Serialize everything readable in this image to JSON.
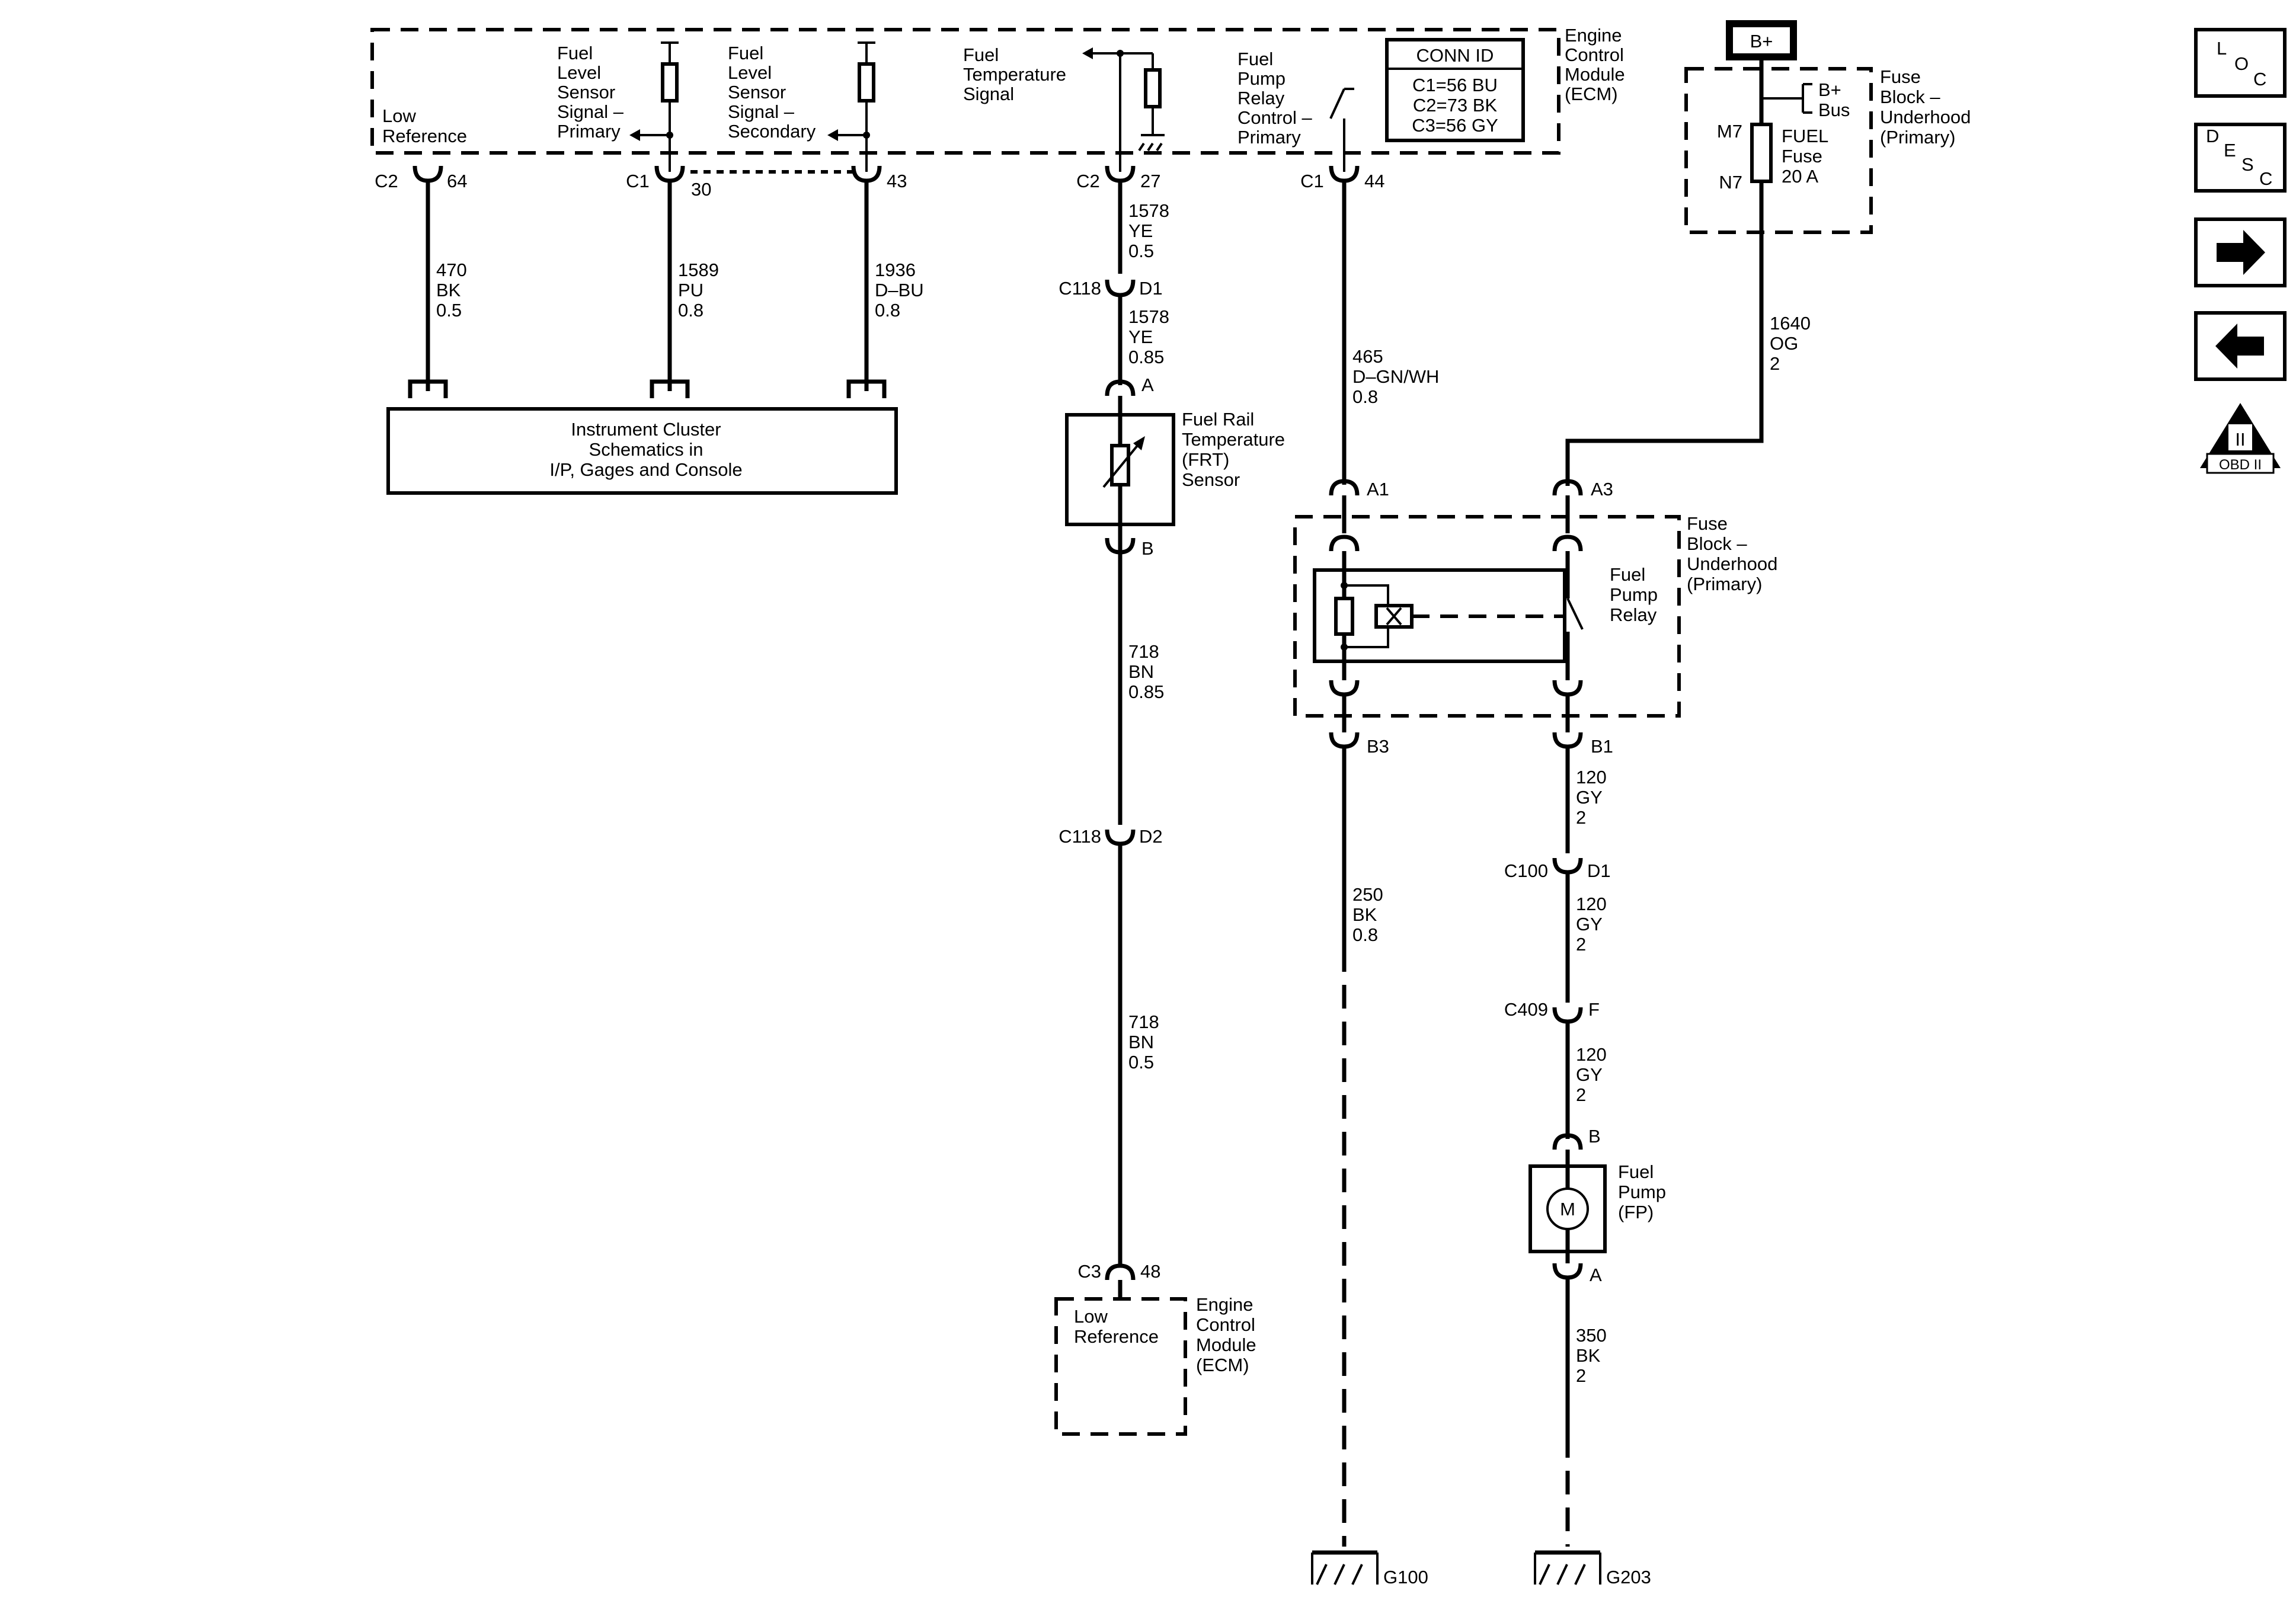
{
  "ecm_module": {
    "name": [
      "Engine",
      "Control",
      "Module",
      "(ECM)"
    ],
    "conn_id": {
      "title": "CONN ID",
      "entries": [
        "C1=56 BU",
        "C2=73 BK",
        "C3=56 GY"
      ]
    },
    "circuits": {
      "low_reference": [
        "Low",
        "Reference"
      ],
      "fls_primary": [
        "Fuel",
        "Level",
        "Sensor",
        "Signal –",
        "Primary"
      ],
      "fls_secondary": [
        "Fuel",
        "Level",
        "Sensor",
        "Signal –",
        "Secondary"
      ],
      "fuel_temp": [
        "Fuel",
        "Temperature",
        "Signal"
      ],
      "relay_control": [
        "Fuel",
        "Pump",
        "Relay",
        "Control –",
        "Primary"
      ]
    }
  },
  "pins": {
    "c2_64": {
      "conn": "C2",
      "pin": "64"
    },
    "c1_30": {
      "conn": "C1",
      "pin": "30"
    },
    "p_43": {
      "pin": "43"
    },
    "c2_27": {
      "conn": "C2",
      "pin": "27"
    },
    "c1_44": {
      "conn": "C1",
      "pin": "44"
    },
    "c118_d1": {
      "conn": "C118",
      "pin": "D1"
    },
    "frt_a": {
      "pin": "A"
    },
    "frt_b": {
      "pin": "B"
    },
    "c118_d2": {
      "conn": "C118",
      "pin": "D2"
    },
    "c3_48": {
      "conn": "C3",
      "pin": "48"
    },
    "a1": {
      "pin": "A1"
    },
    "a3": {
      "pin": "A3"
    },
    "b3": {
      "pin": "B3"
    },
    "b1": {
      "pin": "B1"
    },
    "c100_d1": {
      "conn": "C100",
      "pin": "D1"
    },
    "c409_f": {
      "conn": "C409",
      "pin": "F"
    },
    "fp_b": {
      "pin": "B"
    },
    "fp_a": {
      "pin": "A"
    },
    "m7": {
      "pin": "M7"
    },
    "n7": {
      "pin": "N7"
    }
  },
  "wires": {
    "w470": [
      "470",
      "BK",
      "0.5"
    ],
    "w1589": [
      "1589",
      "PU",
      "0.8"
    ],
    "w1936": [
      "1936",
      "D–BU",
      "0.8"
    ],
    "w1578a": [
      "1578",
      "YE",
      "0.5"
    ],
    "w1578b": [
      "1578",
      "YE",
      "0.85"
    ],
    "w718a": [
      "718",
      "BN",
      "0.85"
    ],
    "w718b": [
      "718",
      "BN",
      "0.5"
    ],
    "w465": [
      "465",
      "D–GN/WH",
      "0.8"
    ],
    "w1640": [
      "1640",
      "OG",
      "2"
    ],
    "w250": [
      "250",
      "BK",
      "0.8"
    ],
    "w120a": [
      "120",
      "GY",
      "2"
    ],
    "w120b": [
      "120",
      "GY",
      "2"
    ],
    "w120c": [
      "120",
      "GY",
      "2"
    ],
    "w350": [
      "350",
      "BK",
      "2"
    ]
  },
  "instrument_cluster": [
    "Instrument Cluster",
    "Schematics in",
    "I/P, Gages and Console"
  ],
  "frt_sensor": [
    "Fuel Rail",
    "Temperature",
    "(FRT)",
    "Sensor"
  ],
  "ecm_bottom": {
    "inner": [
      "Low",
      "Reference"
    ],
    "name": [
      "Engine",
      "Control",
      "Module",
      "(ECM)"
    ]
  },
  "fuse_block_top": {
    "battery": "B+",
    "bus": [
      "B+",
      "Bus"
    ],
    "fuse": [
      "FUEL",
      "Fuse",
      "20 A"
    ],
    "name": [
      "Fuse",
      "Block –",
      "Underhood",
      "(Primary)"
    ]
  },
  "fuse_block_relay": {
    "name": [
      "Fuse",
      "Block –",
      "Underhood",
      "(Primary)"
    ],
    "relay": [
      "Fuel",
      "Pump",
      "Relay"
    ]
  },
  "fuel_pump": {
    "motor": "M",
    "name": [
      "Fuel",
      "Pump",
      "(FP)"
    ]
  },
  "grounds": {
    "g100": "G100",
    "g203": "G203"
  },
  "nav": {
    "loc": [
      "L",
      "O",
      "C"
    ],
    "desc": [
      "D",
      "E",
      "S",
      "C"
    ],
    "obd": {
      "mark": "II",
      "label": "OBD II"
    }
  }
}
